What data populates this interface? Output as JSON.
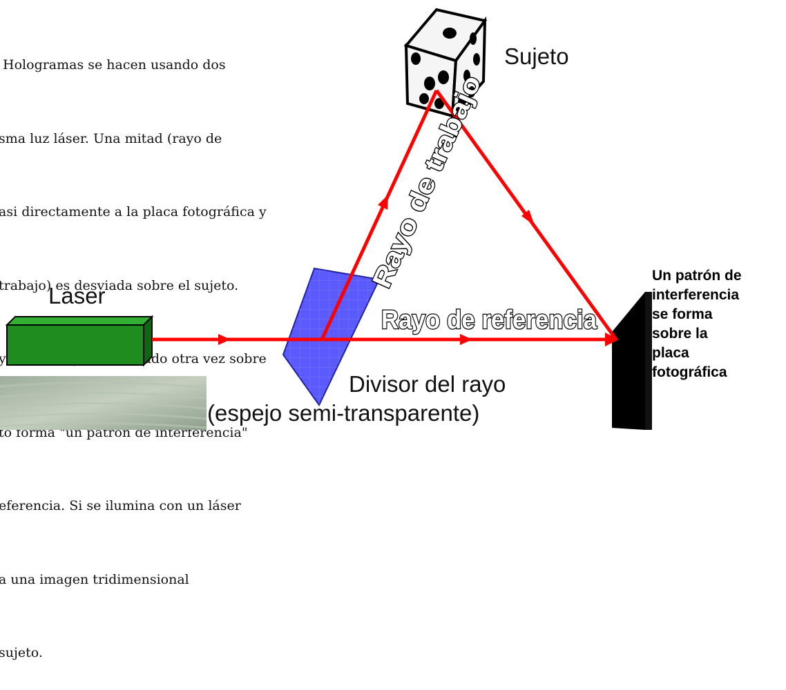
{
  "paragraph": {
    "lines": [
      " Hologramas se hacen usando dos",
      "sma luz láser. Una mitad (rayo de",
      "asi directamente a la placa fotográfica y",
      "trabajo) es desviada sobre el sujeto.",
      "yo de trabajo es desviado otra vez sobre",
      "to forma \"un patrón de interferencia\"",
      "eferencia. Si se ilumina con un láser",
      "a una imagen tridimensional",
      "sujeto."
    ]
  },
  "labels": {
    "subject": "Sujeto",
    "laser": "Laser",
    "work_beam": "Rayo de trabajo",
    "reference_beam": "Rayo de referencia",
    "splitter_line1": "Divisor del rayo",
    "splitter_line2": "(espejo semi-transparente)",
    "plate_lines": [
      "Un patrón de",
      "interferencia",
      "se forma",
      "sobre la",
      "placa",
      "fotográfica"
    ]
  },
  "colors": {
    "beam": "#ff0000",
    "laser_body": "#1e8c1e",
    "splitter": "#5a5aff",
    "plate": "#000000"
  }
}
